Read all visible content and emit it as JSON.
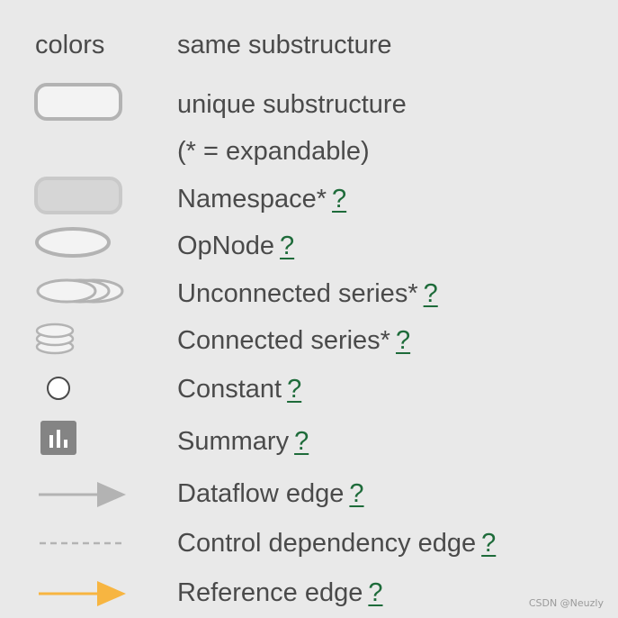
{
  "legend": {
    "colors_label": "colors",
    "same_label": "same substructure",
    "unique_label": "unique substructure",
    "expandable_note": "(* = expandable)",
    "help_text": "?",
    "items": [
      {
        "label": "Namespace*",
        "icon": "namespace-icon"
      },
      {
        "label": "OpNode",
        "icon": "opnode-icon"
      },
      {
        "label": "Unconnected series*",
        "icon": "unconnected-series-icon"
      },
      {
        "label": "Connected series*",
        "icon": "connected-series-icon"
      },
      {
        "label": "Constant",
        "icon": "constant-icon"
      },
      {
        "label": "Summary",
        "icon": "summary-icon"
      },
      {
        "label": "Dataflow edge",
        "icon": "dataflow-edge-icon"
      },
      {
        "label": "Control dependency edge",
        "icon": "control-dependency-edge-icon"
      },
      {
        "label": "Reference edge",
        "icon": "reference-edge-icon"
      }
    ],
    "colors": {
      "background": "#e9e9e9",
      "text": "#4a4a4a",
      "help_link": "#1e6b3a",
      "node_stroke": "#b3b3b3",
      "node_fill": "#f3f3f3",
      "namespace_fill": "#d6d6d6",
      "summary_fill": "#848484",
      "reference_edge": "#f7b541"
    }
  },
  "watermark": "CSDN @Neuzly"
}
